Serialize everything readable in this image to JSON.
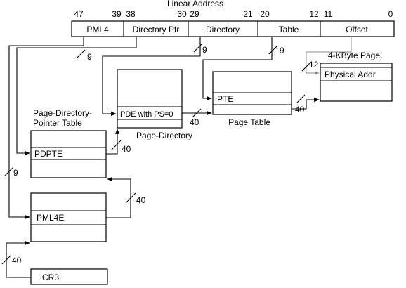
{
  "linear_address": {
    "title": "Linear Address",
    "bit_labels": [
      "47",
      "39",
      "38",
      "30",
      "29",
      "21",
      "20",
      "12",
      "11",
      "0"
    ],
    "fields": [
      "PML4",
      "Directory Ptr",
      "Directory",
      "Table",
      "Offset"
    ]
  },
  "page": {
    "title": "4-KByte Page",
    "entry": "Physical Addr"
  },
  "page_table": {
    "title": "Page Table",
    "entry": "PTE"
  },
  "page_directory": {
    "title": "Page-Directory",
    "entry": "PDE with PS=0"
  },
  "pdpt": {
    "title_line1": "Page-Directory-",
    "title_line2": "Pointer Table",
    "entry": "PDPTE"
  },
  "pml4_table": {
    "entry": "PML4E"
  },
  "cr3": {
    "label": "CR3"
  },
  "widths": {
    "pml4_index": "9",
    "dirptr_index": "9",
    "dir_index": "9",
    "table_index": "9",
    "offset": "12",
    "pte_to_page": "40",
    "pde_to_pt": "40",
    "pdpte_to_pd": "40",
    "pml4e_to_pdpt": "40",
    "cr3_to_pml4": "40"
  }
}
